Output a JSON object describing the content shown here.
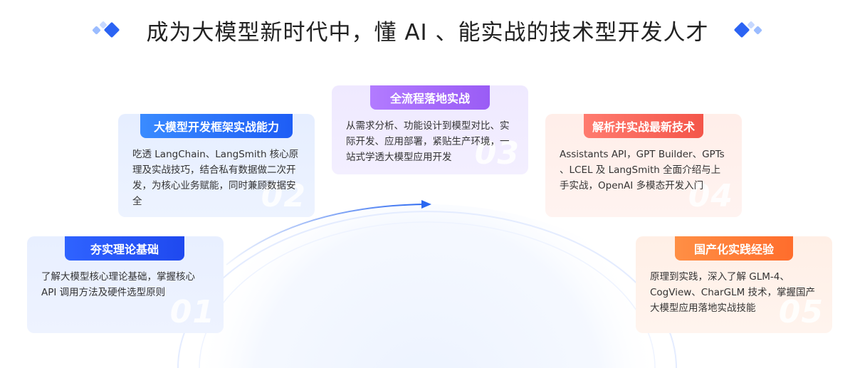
{
  "header": {
    "title": "成为大模型新时代中，懂 AI 、能实战的技术型开发人才"
  },
  "cards": [
    {
      "title": "夯实理论基础",
      "body": "了解大模型核心理论基础，掌握核心 API 调用方法及硬件选型原则",
      "num": "01"
    },
    {
      "title": "大模型开发框架实战能力",
      "body": "吃透 LangChain、LangSmith 核心原理及实战技巧，结合私有数据做二次开发，为核心业务赋能，同时兼顾数据安全",
      "num": "02"
    },
    {
      "title": "全流程落地实战",
      "body": "从需求分析、功能设计到模型对比、实际开发、应用部署，紧贴生产环境，一站式学透大模型应用开发",
      "num": "03"
    },
    {
      "title": "解析并实战最新技术",
      "body": "Assistants API，GPT Builder、GPTs 、LCEL 及 LangSmith 全面介绍与上手实战，OpenAI 多模态开发入门",
      "num": "04"
    },
    {
      "title": "国产化实践经验",
      "body": "原理到实践，深入了解 GLM-4、CogView、CharGLM 技术，掌握国产大模型应用落地实战技能",
      "num": "05"
    }
  ],
  "colors": {
    "blue_dark": "#1f49ef",
    "blue": "#1e5df5",
    "purple": "#9a5cf5",
    "red": "#f4564a",
    "orange": "#ff6d2c",
    "arc": "#2a67f0"
  }
}
